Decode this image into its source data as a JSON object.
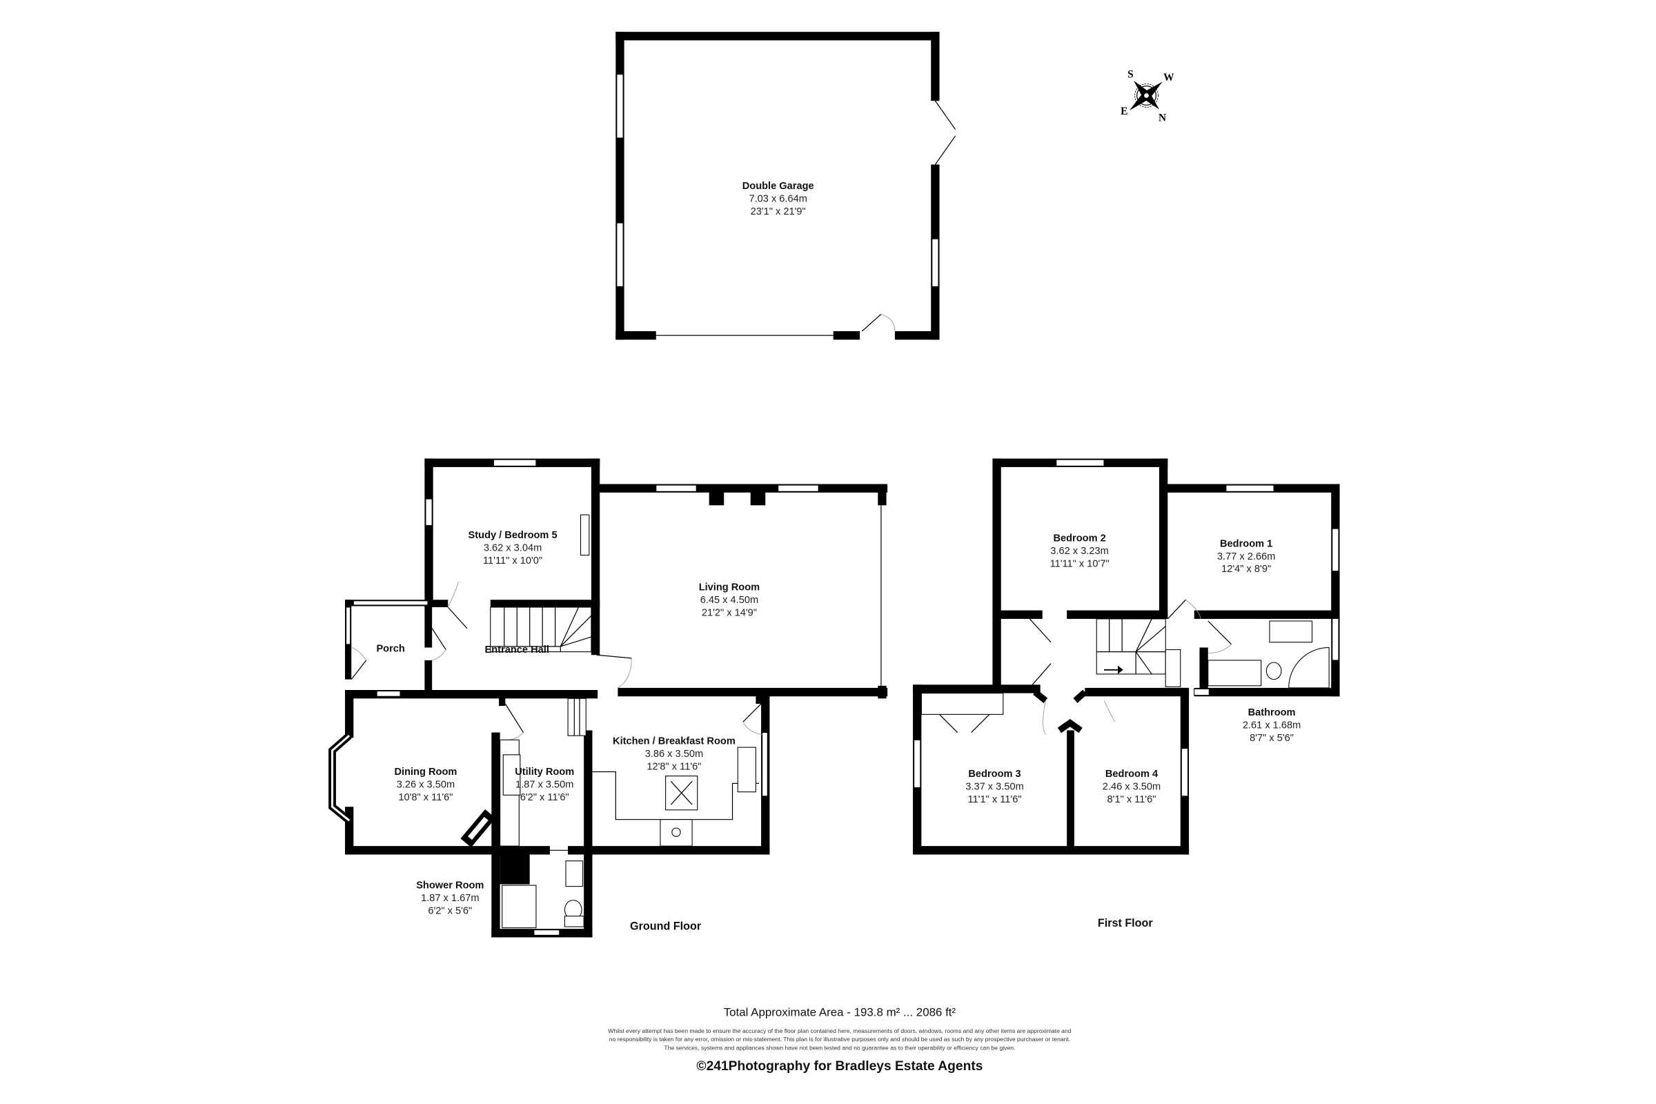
{
  "compass": {
    "icon": "compass-rose-icon",
    "labels": {
      "s": "S",
      "w": "W",
      "e": "E",
      "n": "N"
    }
  },
  "garage": {
    "name": "Double Garage",
    "metric": "7.03 x 6.64m",
    "imperial": "23'1\" x 21'9\""
  },
  "ground_floor": {
    "title": "Ground Floor",
    "rooms": [
      {
        "name": "Study / Bedroom 5",
        "metric": "3.62 x 3.04m",
        "imperial": "11'11\" x 10'0\""
      },
      {
        "name": "Living Room",
        "metric": "6.45 x 4.50m",
        "imperial": "21'2\" x 14'9\""
      },
      {
        "name": "Entrance Hall"
      },
      {
        "name": "Porch"
      },
      {
        "name": "Dining Room",
        "metric": "3.26 x 3.50m",
        "imperial": "10'8\" x 11'6\""
      },
      {
        "name": "Utility Room",
        "metric": "1.87 x 3.50m",
        "imperial": "6'2\" x 11'6\""
      },
      {
        "name": "Kitchen / Breakfast Room",
        "metric": "3.86 x 3.50m",
        "imperial": "12'8\" x 11'6\""
      },
      {
        "name": "Shower Room",
        "metric": "1.87 x 1.67m",
        "imperial": "6'2\" x 5'6\""
      }
    ]
  },
  "first_floor": {
    "title": "First Floor",
    "rooms": [
      {
        "name": "Bedroom 2",
        "metric": "3.62 x 3.23m",
        "imperial": "11'11\" x 10'7\""
      },
      {
        "name": "Bedroom 1",
        "metric": "3.77 x 2.66m",
        "imperial": "12'4\" x 8'9\""
      },
      {
        "name": "Bathroom",
        "metric": "2.61 x 1.68m",
        "imperial": "8'7\" x 5'6\""
      },
      {
        "name": "Bedroom 3",
        "metric": "3.37 x 3.50m",
        "imperial": "11'1\" x 11'6\""
      },
      {
        "name": "Bedroom 4",
        "metric": "2.46 x 3.50m",
        "imperial": "8'1\" x 11'6\""
      }
    ]
  },
  "footer": {
    "total_area": "Total Approximate Area - 193.8 m² ... 2086 ft²",
    "disclaimer": [
      "Whilst every attempt has been made to ensure the accuracy of the floor plan contained here, measurements of doors, windows, rooms and any other items are approximate and",
      "no responsibility is taken for any error, omission or mis-statement. This plan is for illustrative purposes only and should be used as such by any prospective purchaser or tenant.",
      "The services, systems and appliances shown have not been tested and no guarantee as to their operability or efficiency can be given."
    ],
    "credit": "©241Photography for Bradleys Estate Agents"
  }
}
